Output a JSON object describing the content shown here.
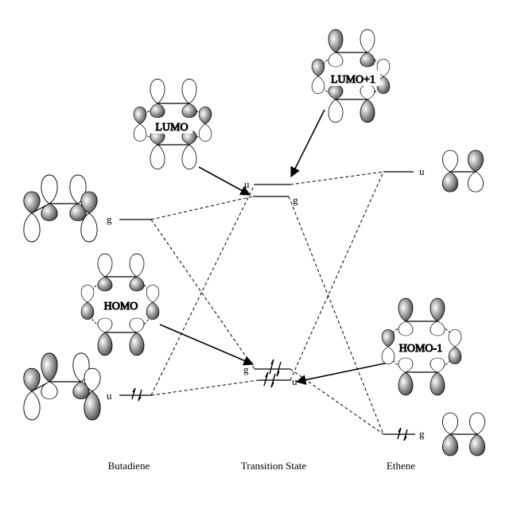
{
  "columns": {
    "butadiene": "Butadiene",
    "transition_state": "Transition State",
    "ethene": "Ethene"
  },
  "mo_labels": {
    "lumo": "LUMO",
    "lumo_plus_1": "LUMO+1",
    "homo": "HOMO",
    "homo_minus_1": "HOMO-1"
  },
  "symmetry": {
    "butadiene_lumo": "g",
    "butadiene_homo": "u",
    "ts_upper_u": "u",
    "ts_upper_g": "g",
    "ts_lower_g": "g",
    "ts_lower_u": "u",
    "ethene_lumo": "u",
    "ethene_homo": "g"
  },
  "colors": {
    "line": "#000000",
    "lobe_shaded": "#555555",
    "lobe_open": "#ffffff"
  }
}
